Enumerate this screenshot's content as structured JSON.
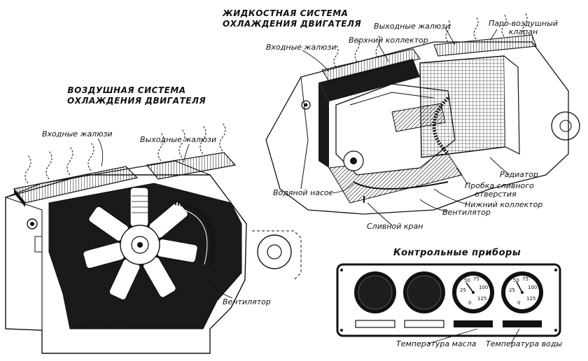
{
  "titles": {
    "liquid_line1": "ЖИДКОСТНАЯ СИСТЕМА",
    "liquid_line2": "ОХЛАЖДЕНИЯ ДВИГАТЕЛЯ",
    "air_line1": "ВОЗДУШНАЯ СИСТЕМА",
    "air_line2": "ОХЛАЖДЕНИЯ ДВИГАТЕЛЯ",
    "instruments": "Контрольные приборы"
  },
  "air_labels": {
    "inlet_louvers": "Входные жалюзи",
    "outlet_louvers": "Выходные жалюзи",
    "fan": "Вентилятор"
  },
  "liquid_labels": {
    "inlet_louvers": "Входные жалюзи",
    "upper_collector": "Верхний коллектор",
    "outlet_louvers": "Выходные жалюзи",
    "steam_valve_line1": "Паро-воздушный",
    "steam_valve_line2": "клапан",
    "radiator": "Радиатор",
    "drain_plug_line1": "Пробка сливного",
    "drain_plug_line2": "отверстия",
    "lower_collector": "Нижний коллектор",
    "fan": "Вентилятор",
    "water_pump": "Водяной насос",
    "drain_cock": "Сливной кран"
  },
  "gauge_labels": {
    "oil_temperature": "Температура масла",
    "water_temperature": "Температура воды"
  },
  "gauge_scale": {
    "top_left": "50",
    "top_mid": "75",
    "right_upper": "100",
    "right_lower": "125",
    "left": "25",
    "bottom": "0"
  }
}
